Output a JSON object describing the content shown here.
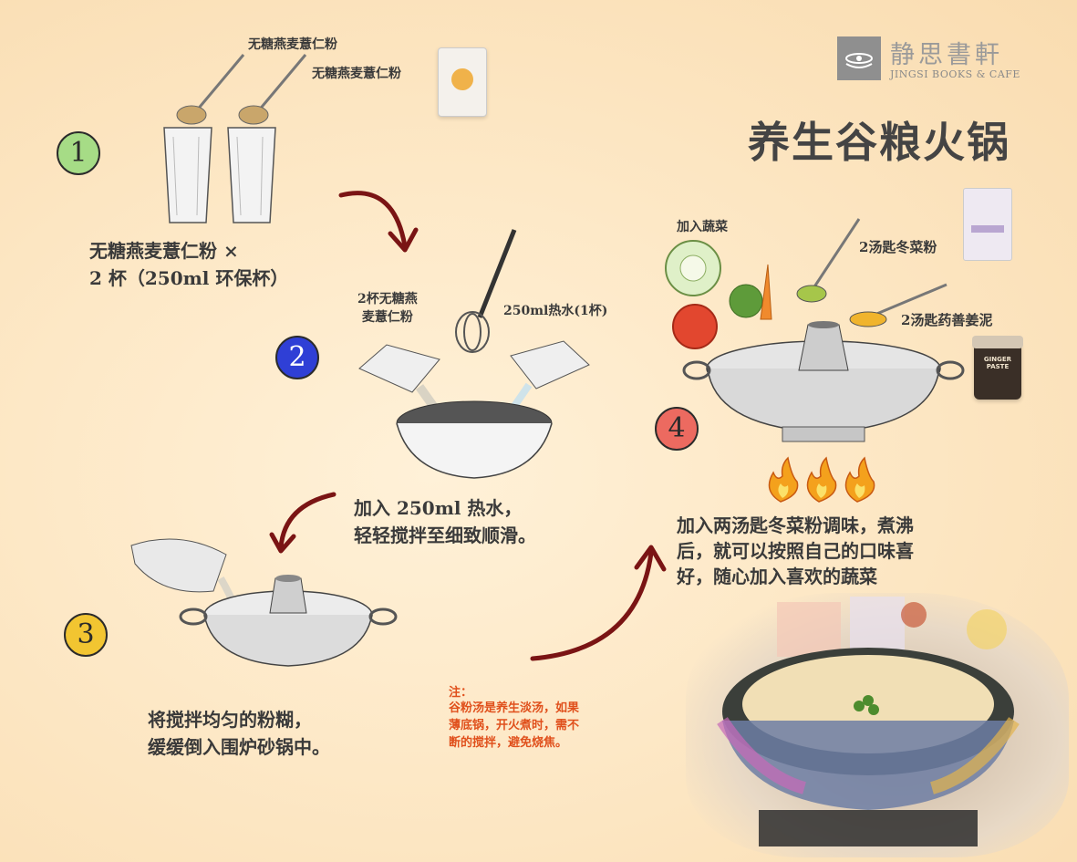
{
  "logo": {
    "chinese": "静思書軒",
    "english": "JINGSI BOOKS & CAFE"
  },
  "title": "养生谷粮火锅",
  "step1": {
    "number": "1",
    "spoon_label_a": "无糖燕麦薏仁粉",
    "spoon_label_b": "无糖燕麦薏仁粉",
    "caption": "无糖燕麦薏仁粉 ×\n2 杯（250ml 环保杯）"
  },
  "step2": {
    "number": "2",
    "label_powder": "2杯无糖燕\n麦薏仁粉",
    "label_water": "250ml热水(1杯)",
    "caption": "加入 250ml 热水，\n轻轻搅拌至细致顺滑。"
  },
  "step3": {
    "number": "3",
    "caption": "将搅拌均匀的粉糊，\n缓缓倒入围炉砂锅中。"
  },
  "step4": {
    "number": "4",
    "label_vegetables": "加入蔬菜",
    "label_winter_veg": "2汤匙冬菜粉",
    "label_ginger": "2汤匙药善姜泥",
    "ginger_jar": "GINGER\nPASTE",
    "caption": "加入两汤匙冬菜粉调味，煮沸\n后，就可以按照自己的口味喜\n好，随心加入喜欢的蔬菜"
  },
  "note": {
    "heading": "注：",
    "body": "谷粉汤是养生淡汤，如果\n薄底锅，开火煮时，需不\n断的搅拌，避免烧焦。"
  },
  "colors": {
    "step1": "#a6dc86",
    "step2": "#2f3fd6",
    "step3": "#f2c531",
    "step4": "#ec6a60",
    "arrow": "#7a1414",
    "note": "#e0501c"
  }
}
